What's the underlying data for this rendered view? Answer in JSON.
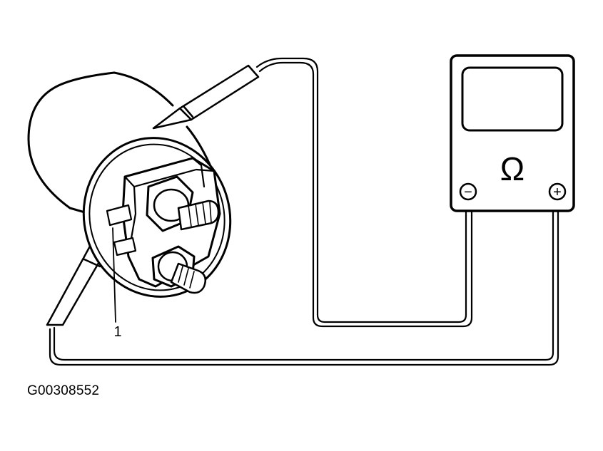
{
  "meter": {
    "symbol": "Ω",
    "negative_label": "−",
    "positive_label": "+"
  },
  "callouts": {
    "terminal": "1"
  },
  "figure_id": "G00308552",
  "colors": {
    "ink": "#000000",
    "paper": "#ffffff"
  },
  "icons": {
    "meter": "ohmmeter-icon",
    "solenoid": "starter-solenoid-icon"
  }
}
